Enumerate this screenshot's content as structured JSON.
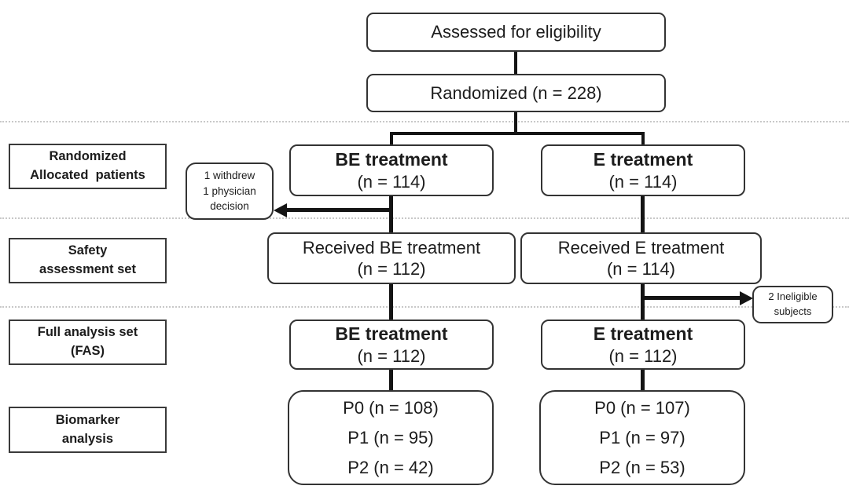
{
  "top": {
    "assessed": "Assessed for eligibility",
    "randomized": "Randomized (n = 228)"
  },
  "left_labels": {
    "allocation": {
      "line1": "Randomized",
      "line2": "Allocated  patients"
    },
    "safety": {
      "line1": "Safety",
      "line2": "assessment set"
    },
    "fas": {
      "line1": "Full analysis set",
      "line2": "(FAS)"
    },
    "biomarker": {
      "line1": "Biomarker",
      "line2": "analysis"
    }
  },
  "be_column": {
    "allocated": {
      "title": "BE treatment",
      "n": "(n = 114)"
    },
    "received": {
      "line1": "Received BE treatment",
      "line2": "(n = 112)"
    },
    "fas": {
      "title": "BE treatment",
      "n": "(n = 112)"
    },
    "biomarker": {
      "line1": "P0 (n = 108)",
      "line2": "P1 (n = 95)",
      "line3": "P2 (n = 42)"
    }
  },
  "e_column": {
    "allocated": {
      "title": "E treatment",
      "n": "(n = 114)"
    },
    "received": {
      "line1": "Received E treatment",
      "line2": "(n = 114)"
    },
    "fas": {
      "title": "E treatment",
      "n": "(n = 112)"
    },
    "biomarker": {
      "line1": "P0 (n = 107)",
      "line2": "P1 (n = 97)",
      "line3": "P2 (n = 53)"
    }
  },
  "side_notes": {
    "withdrawn": {
      "line1": "1 withdrew",
      "line2": "1 physician",
      "line3": "decision"
    },
    "ineligible": {
      "line1": "2 Ineligible",
      "line2": "subjects"
    }
  },
  "colors": {
    "box_border": "#333333",
    "text": "#1c1c1c",
    "connector": "#141414",
    "dotted_line": "#c8c8c8",
    "background": "#ffffff"
  }
}
